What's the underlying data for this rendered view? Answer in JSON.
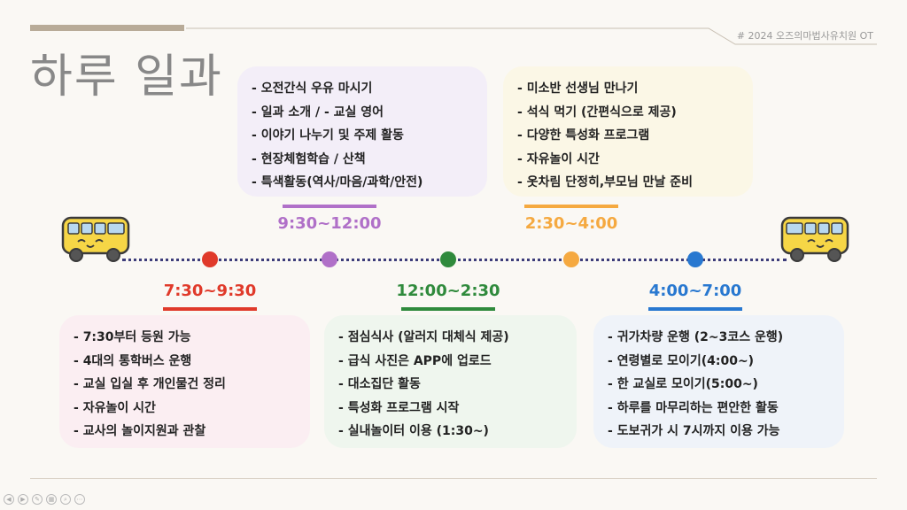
{
  "slide": {
    "title": "하루 일과",
    "tag": "# 2024 오즈의마법사유치원 OT"
  },
  "colors": {
    "red": "#e03a2a",
    "purple": "#b070c8",
    "green": "#2f8a3c",
    "orange": "#f5a940",
    "blue": "#2878d0",
    "timeline": "#3d3d7a"
  },
  "timeline": [
    {
      "time": "7:30~9:30",
      "items": [
        "7:30부터 등원 가능",
        "4대의 통학버스 운행",
        "교실 입실 후 개인물건 정리",
        "자유놀이 시간",
        "교사의 놀이지원과 관찰"
      ]
    },
    {
      "time": "9:30~12:00",
      "items": [
        "오전간식 우유 마시기",
        "일과 소개 / - 교실 영어",
        "이야기 나누기 및 주제 활동",
        "현장체험학습 / 산책",
        "특색활동(역사/마음/과학/안전)"
      ]
    },
    {
      "time": "12:00~2:30",
      "items": [
        "점심식사 (알러지 대체식 제공)",
        "급식 사진은 APP에 업로드",
        "대소집단 활동",
        "특성화 프로그램 시작",
        "실내놀이터 이용 (1:30~)"
      ]
    },
    {
      "time": "2:30~4:00",
      "items": [
        "미소반 선생님 만나기",
        "석식 먹기 (간편식으로 제공)",
        "다양한 특성화 프로그램",
        "자유놀이 시간",
        "옷차림 단정히,부모님 만날 준비"
      ]
    },
    {
      "time": "4:00~7:00",
      "items": [
        "귀가차량 운행 (2~3코스 운행)",
        "연령별로 모이기(4:00~)",
        "한 교실로 모이기(5:00~)",
        "하루를 마무리하는 편안한 활동",
        "도보귀가 시 7시까지 이용 가능"
      ]
    }
  ],
  "icons": {
    "bus_left": "bus-icon",
    "bus_right": "bus-icon"
  }
}
